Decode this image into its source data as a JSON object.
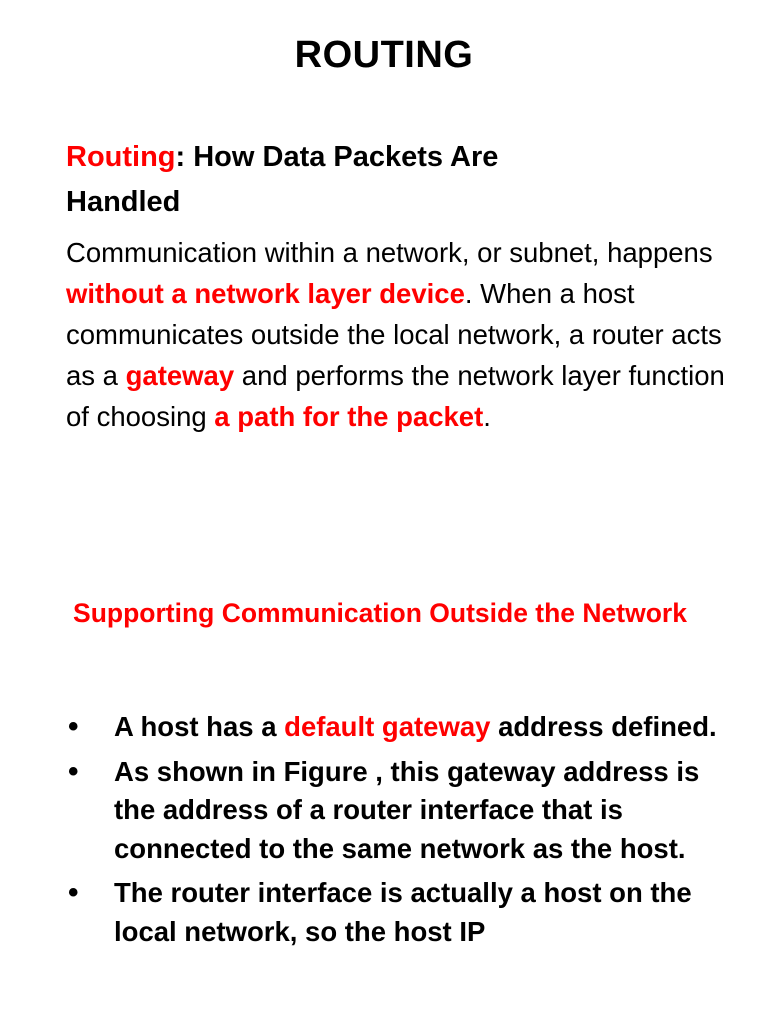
{
  "title": "ROUTING",
  "heading": {
    "keyword": "Routing",
    "rest_line1": ": How Data Packets Are",
    "rest_line2": "Handled"
  },
  "paragraph": {
    "t1": "Communication within a network, or subnet, happens ",
    "h1": "without a network layer device",
    "t2": ". When a host communicates outside the local network, a router acts as a ",
    "h2": "gateway",
    "t3": " and performs the network layer function of choosing ",
    "h3": "a path for the packet",
    "t4": "."
  },
  "subheading": "Supporting Communication Outside the Network",
  "bullet_char": "•",
  "bullets": [
    {
      "t1": "A host has a ",
      "h1": "default gateway",
      "t2": " address defined."
    },
    {
      "t1": "As shown in Figure , this gateway address is the address of a router interface that is connected to the same network as the host."
    },
    {
      "t1": "The router interface is actually a host on the local network, so the host IP"
    }
  ],
  "colors": {
    "highlight": "#ff0000",
    "text": "#000000",
    "background": "#ffffff"
  }
}
